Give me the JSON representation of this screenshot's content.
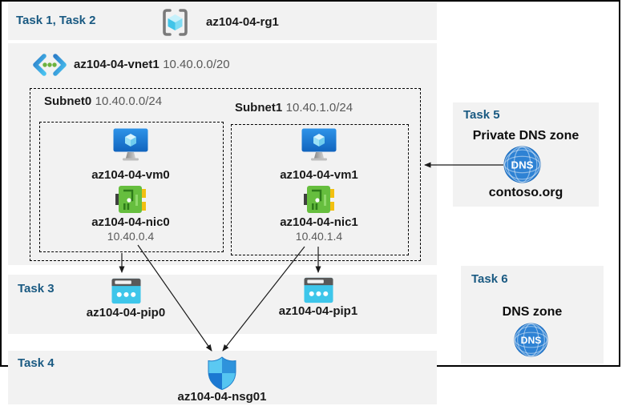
{
  "colors": {
    "task_label_blue": "#1A5A82",
    "panel_gray": "#F2F2F2",
    "frame_black": "#000000",
    "arrow_black": "#1A1A1A",
    "pip_cyan": "#3EC6EA",
    "nic_green": "#66BE3E",
    "dns_blue": "#2E82D4",
    "vm_blue": "#1B79D0"
  },
  "icons": {
    "dns_label": "DNS"
  },
  "task12": {
    "label": "Task 1, Task 2"
  },
  "resource_group": {
    "name": "az104-04-rg1"
  },
  "vnet": {
    "name": "az104-04-vnet1",
    "cidr": "10.40.0.0/20"
  },
  "subnets": [
    {
      "name": "Subnet0",
      "cidr": "10.40.0.0/24",
      "vm": "az104-04-vm0",
      "nic": "az104-04-nic0",
      "ip": "10.40.0.4"
    },
    {
      "name": "Subnet1",
      "cidr": "10.40.1.0/24",
      "vm": "az104-04-vm1",
      "nic": "az104-04-nic1",
      "ip": "10.40.1.4"
    }
  ],
  "task3": {
    "label": "Task 3",
    "pips": [
      "az104-04-pip0",
      "az104-04-pip1"
    ]
  },
  "task4": {
    "label": "Task 4",
    "nsg": "az104-04-nsg01"
  },
  "task5": {
    "label": "Task 5",
    "title": "Private DNS zone",
    "zone": "contoso.org"
  },
  "task6": {
    "label": "Task 6",
    "title": "DNS zone"
  }
}
